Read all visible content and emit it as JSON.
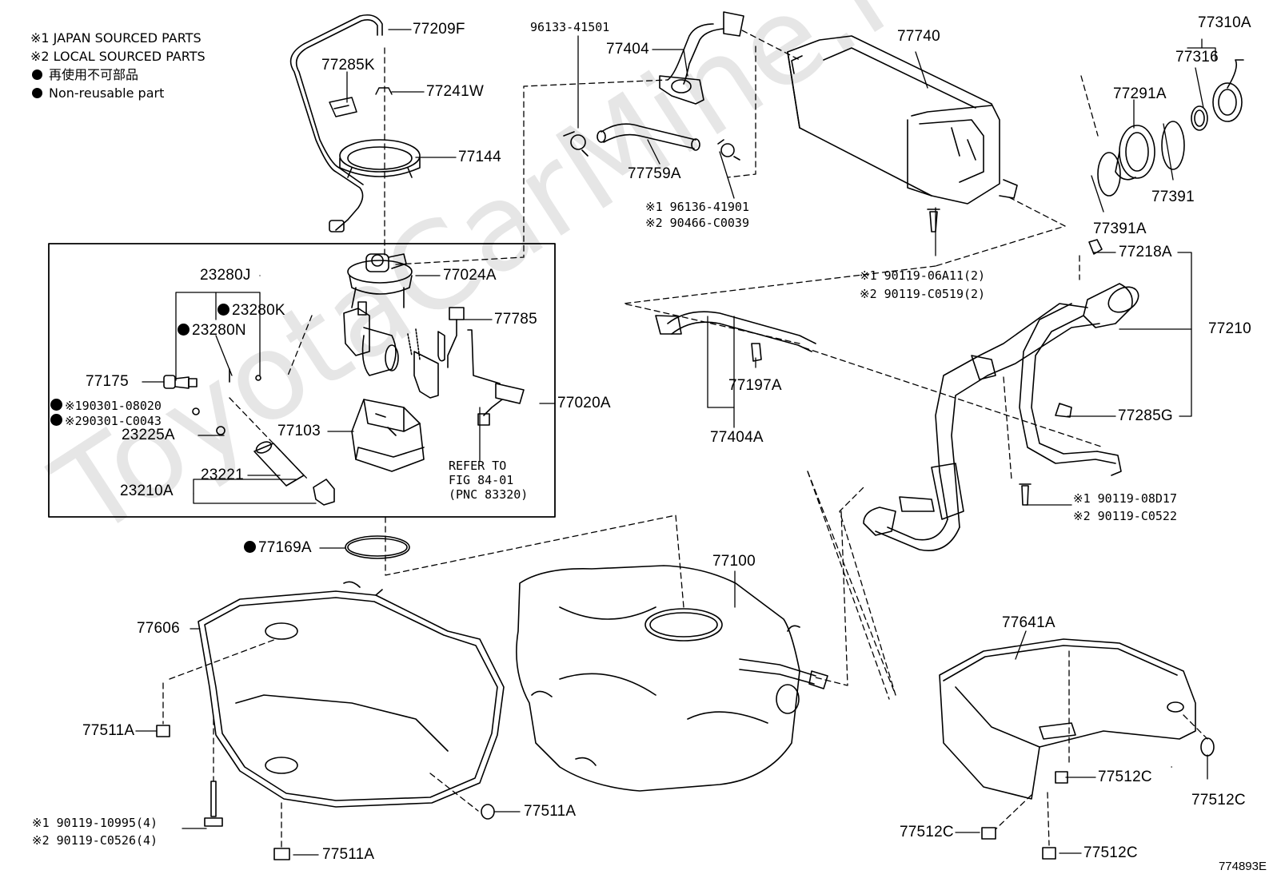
{
  "legend": {
    "japan": "※1 JAPAN SOURCED PARTS",
    "local": "※2 LOCAL SOURCED PARTS",
    "nonreuse_jp": "再使用不可部品",
    "nonreuse_en": "Non-reusable part"
  },
  "watermark": "ToyotaCarMine.ru",
  "figure_id": "774893E",
  "labels": {
    "p77209F": "77209F",
    "p77285K": "77285K",
    "p77241W": "77241W",
    "p77144": "77144",
    "p96133": "96133-41501",
    "p77404": "77404",
    "p77759A": "77759A",
    "p96136": "※1 96136-41901",
    "p90466": "※2 90466-C0039",
    "p77740": "77740",
    "p77310A": "77310A",
    "p77316": "77316",
    "p77291A": "77291A",
    "p77391": "77391",
    "p77391A": "77391A",
    "p77218A": "77218A",
    "p77210": "77210",
    "p77285G": "77285G",
    "p90119_06A11": "※1 90119-06A11(2)",
    "p90119_C0519": "※2 90119-C0519(2)",
    "p23280J": "23280J",
    "p23280K": "23280K",
    "p23280N": "23280N",
    "p77024A": "77024A",
    "p77785": "77785",
    "p77175": "77175",
    "p90301_08020": "※190301-08020",
    "p90301_C0043": "※290301-C0043",
    "p23225A": "23225A",
    "p77103": "77103",
    "p77020A": "77020A",
    "p23221": "23221",
    "p23210A": "23210A",
    "p77197A": "77197A",
    "p77404A": "77404A",
    "p90119_08D17": "※1 90119-08D17",
    "p90119_C0522": "※2 90119-C0522",
    "p77169A": "77169A",
    "p77100": "77100",
    "p77606": "77606",
    "p77641A": "77641A",
    "p77511A_1": "77511A",
    "p77511A_2": "77511A",
    "p77511A_3": "77511A",
    "p90119_10995": "※1 90119-10995(4)",
    "p90119_C0526": "※2 90119-C0526(4)",
    "p77512C_1": "77512C",
    "p77512C_2": "77512C",
    "p77512C_3": "77512C",
    "p77512C_4": "77512C"
  },
  "refer_note": "REFER TO\nFIG 84-01\n(PNC 83320)"
}
